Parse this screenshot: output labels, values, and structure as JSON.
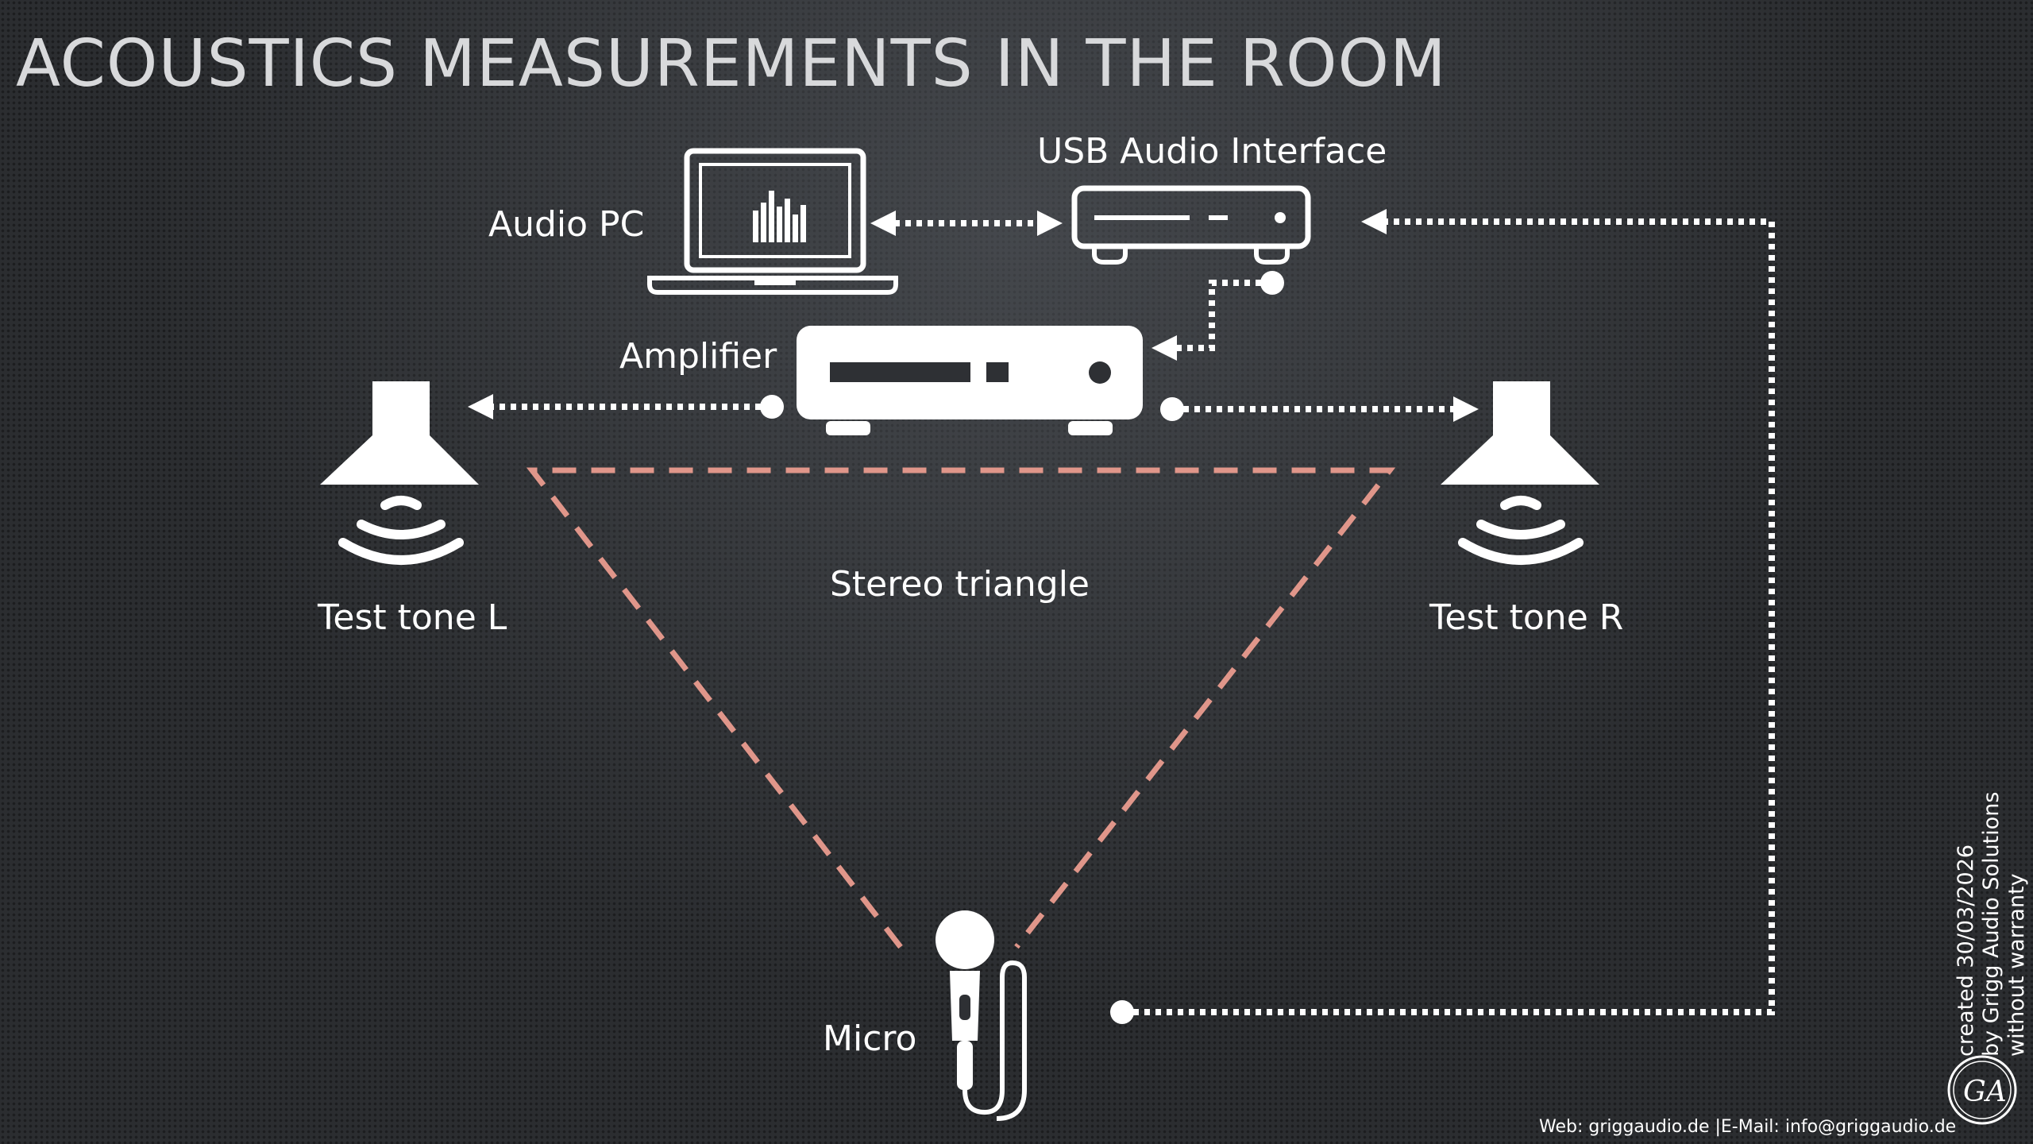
{
  "title": "ACOUSTICS MEASUREMENTS IN THE ROOM",
  "labels": {
    "audio_pc": "Audio PC",
    "usb_interface": "USB Audio Interface",
    "amplifier": "Amplifier",
    "test_tone_l": "Test tone L",
    "test_tone_r": "Test tone R",
    "stereo_triangle": "Stereo triangle",
    "micro": "Micro"
  },
  "footer": {
    "contact": "Web: griggaudio.de  |E-Mail: info@griggaudio.de",
    "credit_line1": "created 30/03/2026",
    "credit_line2": "by Grigg Audio Solutions",
    "credit_line3": "without warranty",
    "logo_text": "GA"
  },
  "colors": {
    "background": "#2b2d30",
    "foreground": "#ffffff",
    "triangle": "#e0968a"
  }
}
